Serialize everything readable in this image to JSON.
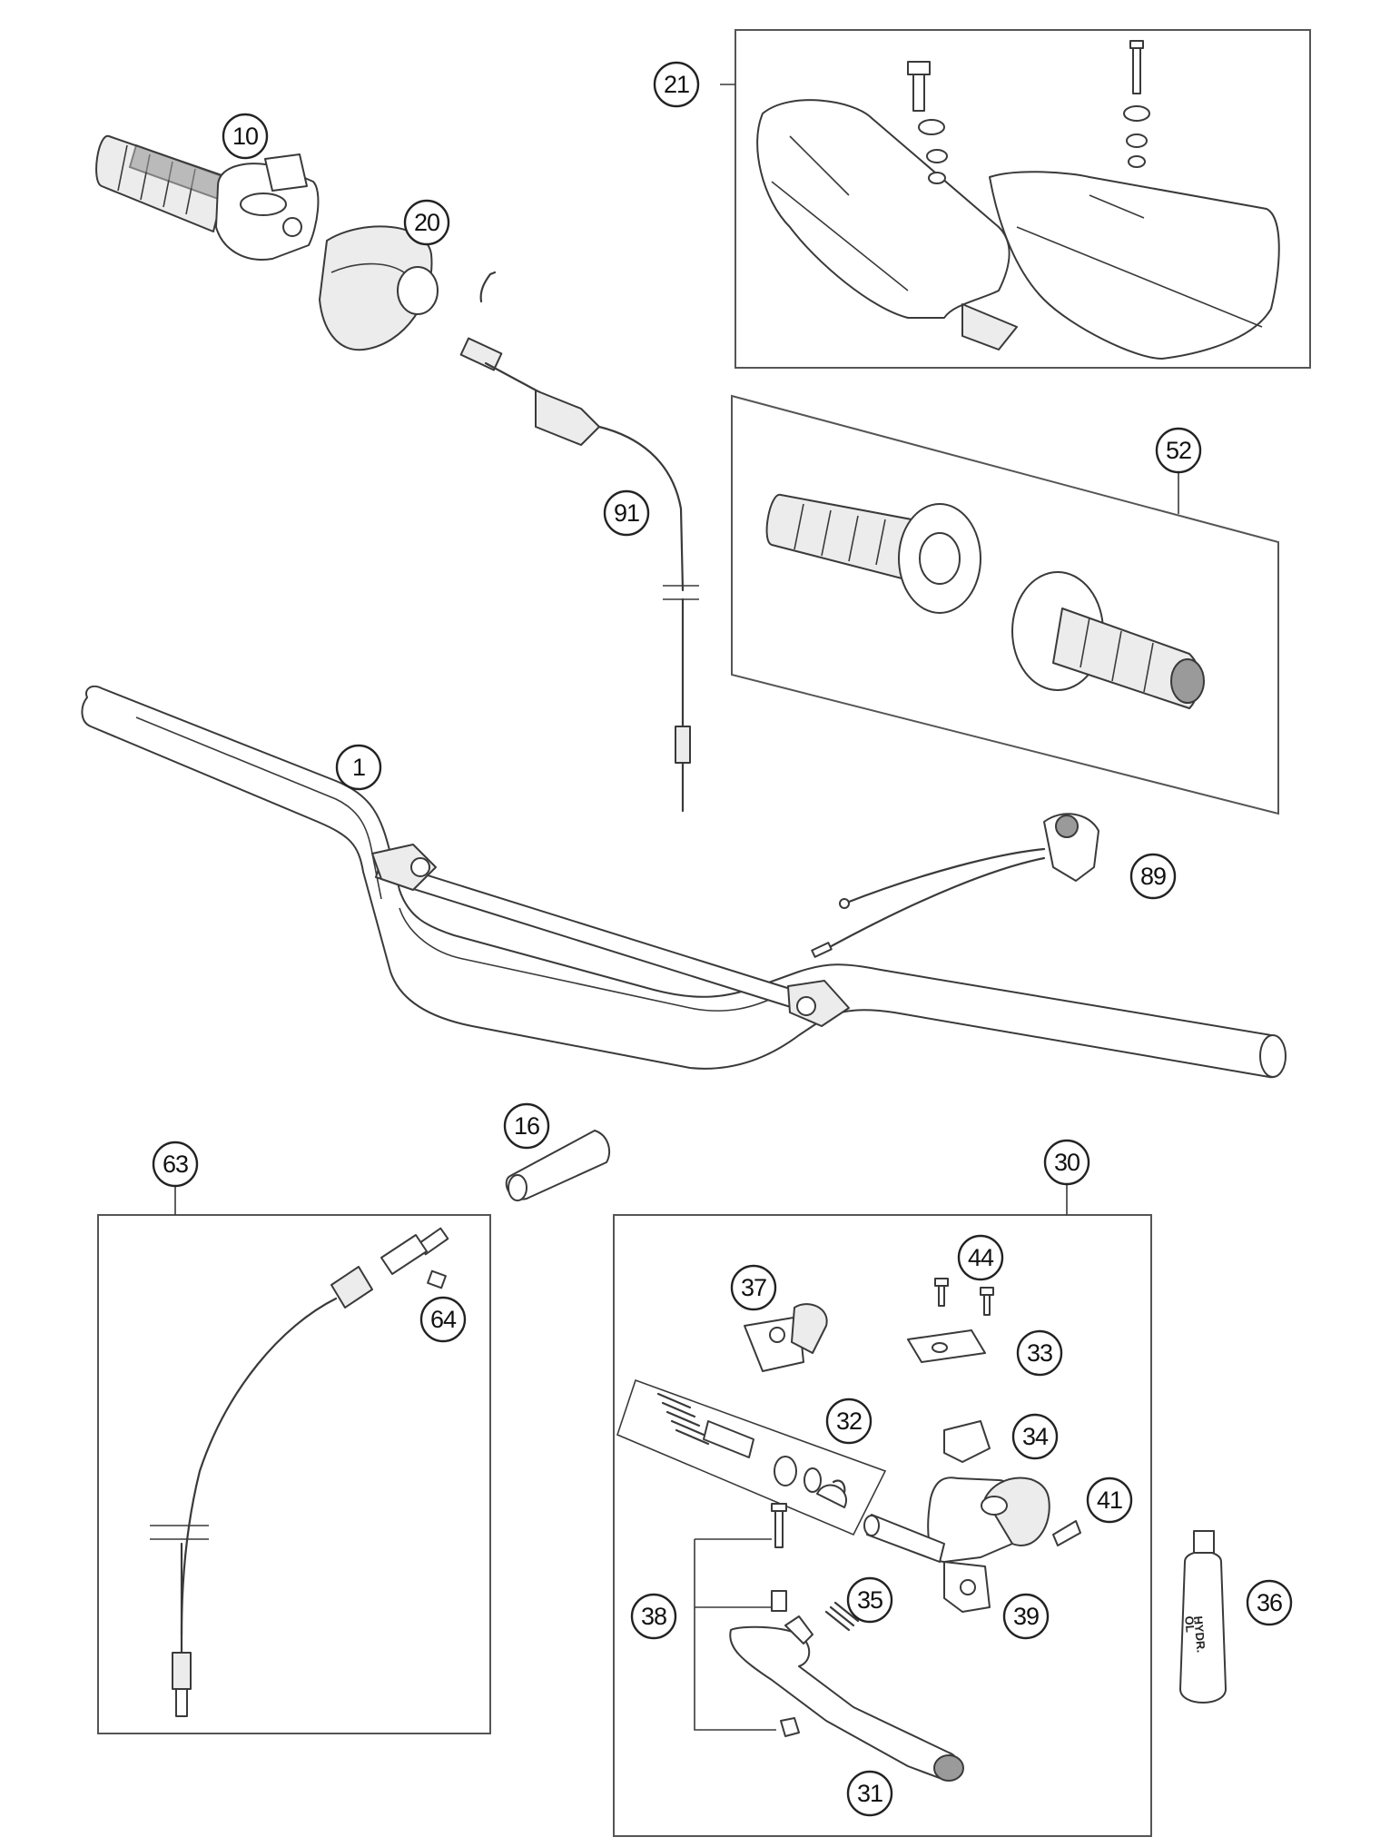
{
  "diagram": {
    "callouts": {
      "p1": "1",
      "p10": "10",
      "p16": "16",
      "p20": "20",
      "p21": "21",
      "p30": "30",
      "p31": "31",
      "p32": "32",
      "p33": "33",
      "p34": "34",
      "p35": "35",
      "p36": "36",
      "p37": "37",
      "p38": "38",
      "p39": "39",
      "p41": "41",
      "p44": "44",
      "p52": "52",
      "p63": "63",
      "p64": "64",
      "p89": "89",
      "p91": "91"
    },
    "bottle_label": {
      "line1": "HYDR.",
      "line2": "ÖL"
    }
  }
}
